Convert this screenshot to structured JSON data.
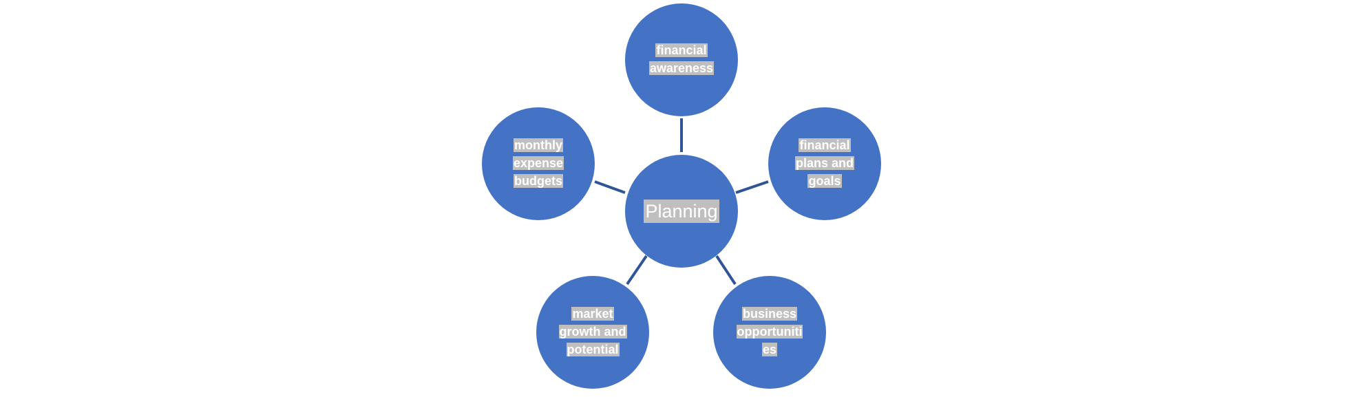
{
  "diagram": {
    "center": {
      "label": "Planning"
    },
    "nodes": [
      {
        "id": "top",
        "label": "financial\nawareness"
      },
      {
        "id": "upper-right",
        "label": "financial\nplans and\ngoals"
      },
      {
        "id": "lower-right",
        "label": "business\nopportuniti\nes"
      },
      {
        "id": "lower-left",
        "label": "market\ngrowth and\npotential"
      },
      {
        "id": "upper-left",
        "label": "monthly\nexpense\nbudgets"
      }
    ],
    "colors": {
      "node_fill": "#4472c4",
      "connector": "#2f5597",
      "label_highlight": "#bfbfbf",
      "label_text": "#ffffff"
    }
  }
}
